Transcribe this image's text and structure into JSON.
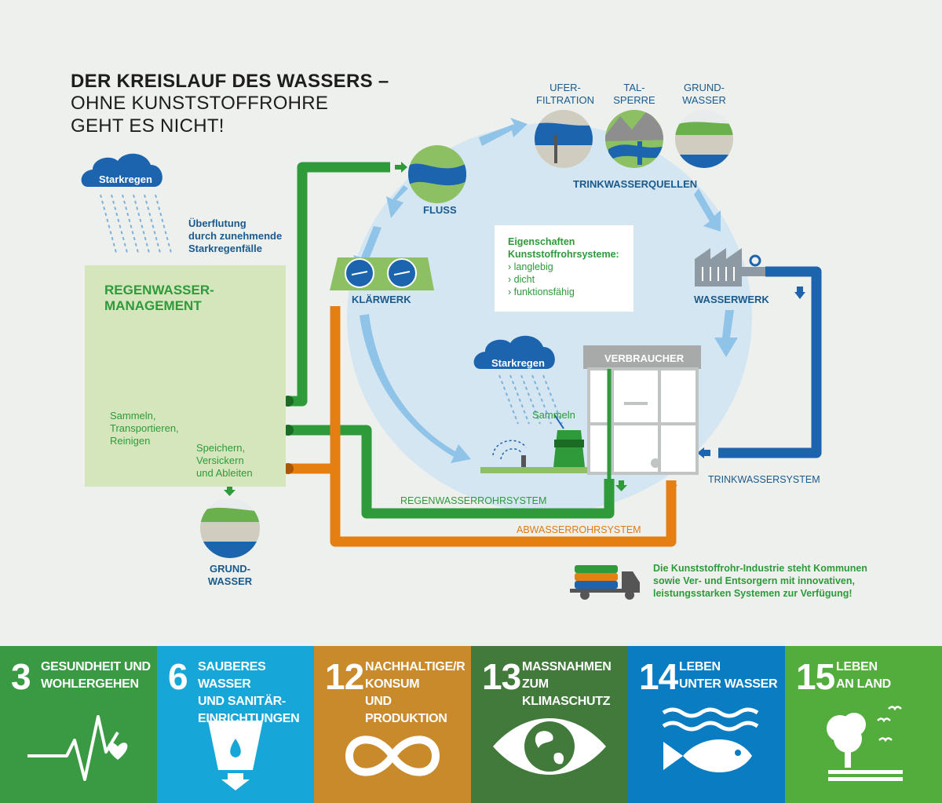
{
  "title": {
    "line1": "DER KREISLAUF DES WASSERS –",
    "line2": "OHNE KUNSTSTOFFROHRE",
    "line3": "GEHT ES NICHT!"
  },
  "labels": {
    "starkregen_left": "Starkregen",
    "ueberflutung": [
      "Überflutung",
      "durch zunehmende",
      "Starkregenfälle"
    ],
    "mgmt_title": [
      "REGENWASSER-",
      "MANAGEMENT"
    ],
    "sammeln": [
      "Sammeln,",
      "Transportieren,",
      "Reinigen"
    ],
    "speichern": [
      "Speichern,",
      "Versickern",
      "und Ableiten"
    ],
    "grundwasser_bottom": [
      "GRUND-",
      "WASSER"
    ],
    "fluss": "FLUSS",
    "klaerwerk": "KLÄRWERK",
    "uferfiltration": [
      "UFER-",
      "FILTRATION"
    ],
    "talsperre": [
      "TAL-",
      "SPERRE"
    ],
    "grundwasser_top": [
      "GRUND-",
      "WASSER"
    ],
    "trinkwasserquellen": "TRINKWASSERQUELLEN",
    "wasserwerk": "WASSERWERK",
    "verbraucher": "VERBRAUCHER",
    "starkregen_right": "Starkregen",
    "sammeln_right": "Sammeln",
    "trinkwassersystem": "TRINKWASSERSYSTEM",
    "regenwasserrohrsystem": "REGENWASSERROHRSYSTEM",
    "abwasserrohrsystem": "ABWASSERROHRSYSTEM"
  },
  "properties": {
    "title": [
      "Eigenschaften",
      "Kunststoffrohrsysteme:"
    ],
    "items": [
      "› langlebig",
      "› dicht",
      "› funktionsfähig"
    ]
  },
  "truck_text": [
    "Die Kunststoffrohr-Industrie steht Kommunen",
    "sowie Ver- und Entsorgern mit innovativen,",
    "leistungsstarken Systemen zur Verfügung!"
  ],
  "sdgs": [
    {
      "number": "3",
      "lines": [
        "GESUNDHEIT UND",
        "WOHLERGEHEN"
      ],
      "color": "#3a9a43",
      "icon": "heartbeat-icon"
    },
    {
      "number": "6",
      "lines": [
        "SAUBERES WASSER",
        "UND SANITÄR-",
        "EINRICHTUNGEN"
      ],
      "color": "#17a6d8",
      "icon": "water-glass-icon"
    },
    {
      "number": "12",
      "lines": [
        "NACHHALTIGE/R",
        "KONSUM",
        "UND PRODUKTION"
      ],
      "color": "#c98a2c",
      "icon": "infinity-icon"
    },
    {
      "number": "13",
      "lines": [
        "MASSNAHMEN ZUM",
        "KLIMASCHUTZ"
      ],
      "color": "#427a3c",
      "icon": "eye-globe-icon"
    },
    {
      "number": "14",
      "lines": [
        "LEBEN",
        "UNTER WASSER"
      ],
      "color": "#0a7cc1",
      "icon": "fish-icon"
    },
    {
      "number": "15",
      "lines": [
        "LEBEN",
        "AN LAND"
      ],
      "color": "#53ad3d",
      "icon": "tree-birds-icon"
    }
  ],
  "colors": {
    "green_pipe": "#2e9a3a",
    "orange_pipe": "#e57f12",
    "blue_pipe": "#1c64ad",
    "cycle_circle": "#d4e6f2",
    "cycle_arrow": "#8fc3e8",
    "mgmt_box": "#d5e6bd",
    "dark_blue_text": "#1a5a8c"
  }
}
